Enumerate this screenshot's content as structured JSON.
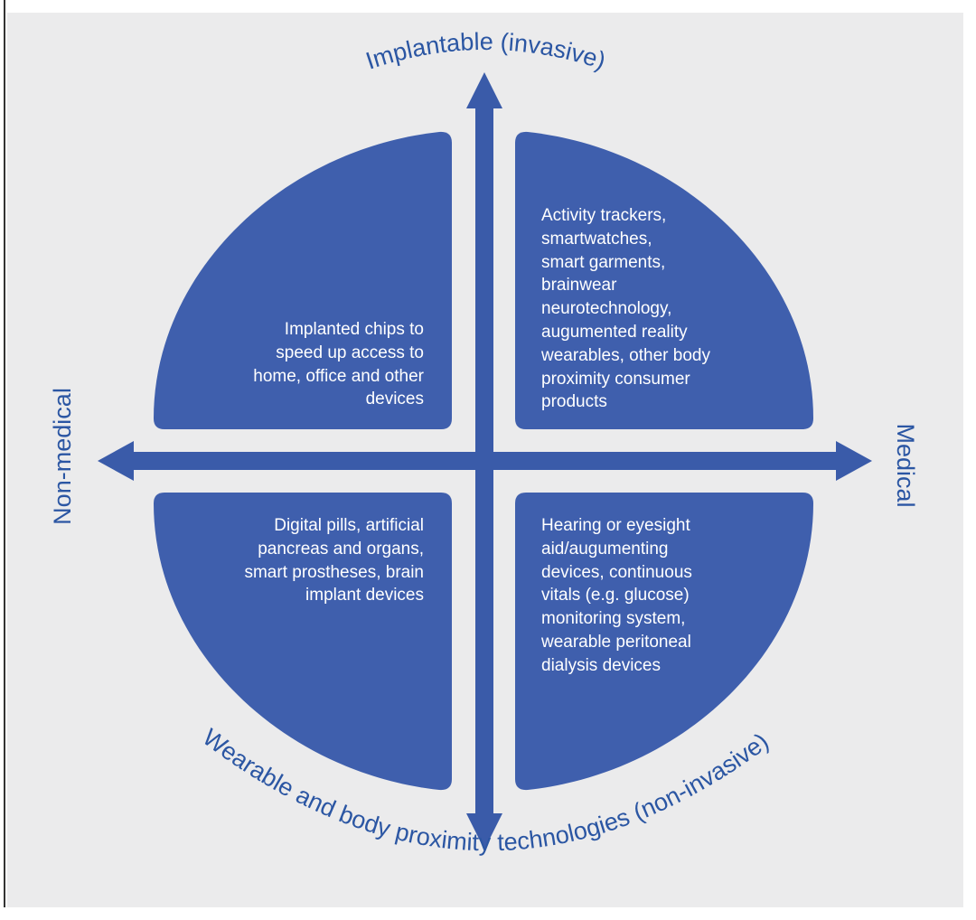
{
  "colors": {
    "background": "#ebebec",
    "quadrant_fill": "#3f5fad",
    "axis": "#3a5ba9",
    "label": "#2b56a3",
    "border": "#333333"
  },
  "axes": {
    "top": "Implantable (invasive)",
    "bottom": "Wearable and body proximity technologies (non-invasive)",
    "left": "Non-medical",
    "right": "Medical"
  },
  "quadrants": {
    "top_left": {
      "lines": [
        "Implanted chips to",
        "speed up access to",
        "home, office and other",
        "devices"
      ]
    },
    "top_right": {
      "lines": [
        "Activity trackers,",
        "smartwatches,",
        "smart garments,",
        "brainwear",
        "neurotechnology,",
        "augumented reality",
        "wearables, other body",
        "proximity consumer",
        "products"
      ]
    },
    "bottom_left": {
      "lines": [
        "Digital pills, artificial",
        "pancreas and organs,",
        "smart prostheses, brain",
        "implant devices"
      ]
    },
    "bottom_right": {
      "lines": [
        "Hearing or eyesight",
        "aid/augumenting",
        "devices, continuous",
        "vitals (e.g. glucose)",
        "monitoring system,",
        "wearable peritoneal",
        "dialysis devices"
      ]
    }
  }
}
